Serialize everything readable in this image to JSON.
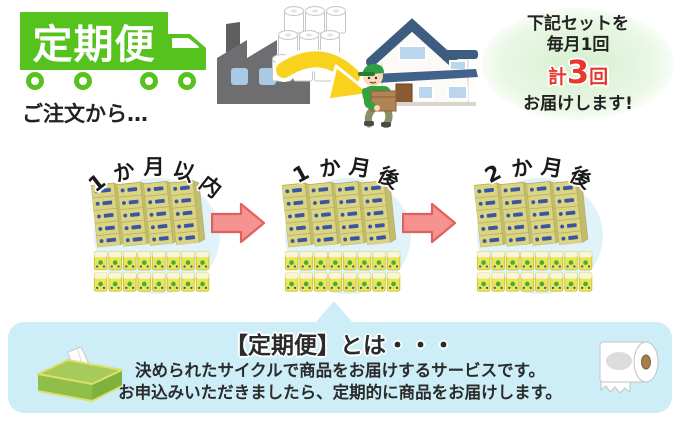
{
  "badge": {
    "label": "定期便"
  },
  "order_lead": "ご注文から…",
  "promo": {
    "line1": "下記セットを",
    "line2": "毎月1回",
    "total_prefix": "計",
    "total_count": "3",
    "total_suffix": "回",
    "line4": "お届けします!"
  },
  "stages": [
    {
      "label": "1か月以内"
    },
    {
      "label": "1か月後"
    },
    {
      "label": "2か月後"
    }
  ],
  "info_box": {
    "heading": "【定期便】とは・・・",
    "line1": "決められたサイクルで商品をお届けするサービスです。",
    "line2": "お申込みいただきましたら、定期的に商品をお届けします。"
  },
  "icons": {
    "truck": "truck-icon",
    "factory": "factory-icon",
    "toilet_paper_stack": "toilet-paper-stack-icon",
    "shipping_arrow": "yellow-curved-arrow-icon",
    "house": "house-icon",
    "delivery_person": "delivery-person-icon",
    "product_set": "tissue-carton-set-image",
    "next_step_arrow": "arrow-right-icon",
    "tissue_box": "tissue-box-icon",
    "toilet_roll": "toilet-roll-icon"
  },
  "colors": {
    "badge-green": "#56c21e",
    "accent-red": "#e8382d",
    "arrow-pink": "#f4938f",
    "arrow-pink-border": "#e0615c",
    "arrow-yellow": "#f8d21d",
    "circle-blue": "#e0f2fa",
    "info-blue": "#cdeef7",
    "promo-green": "#d6efd0"
  }
}
